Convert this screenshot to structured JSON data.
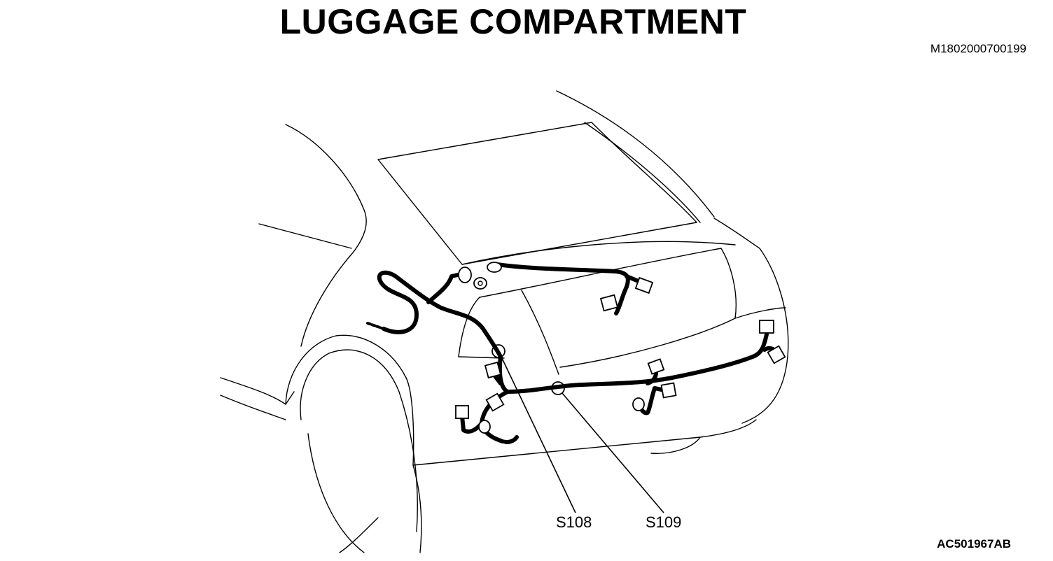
{
  "title": "LUGGAGE COMPARTMENT",
  "document_code": "M1802000700199",
  "figure_code": "AC501967AB",
  "callouts": {
    "s108": "S108",
    "s109": "S109"
  },
  "colors": {
    "line": "#000000",
    "background": "#ffffff"
  }
}
